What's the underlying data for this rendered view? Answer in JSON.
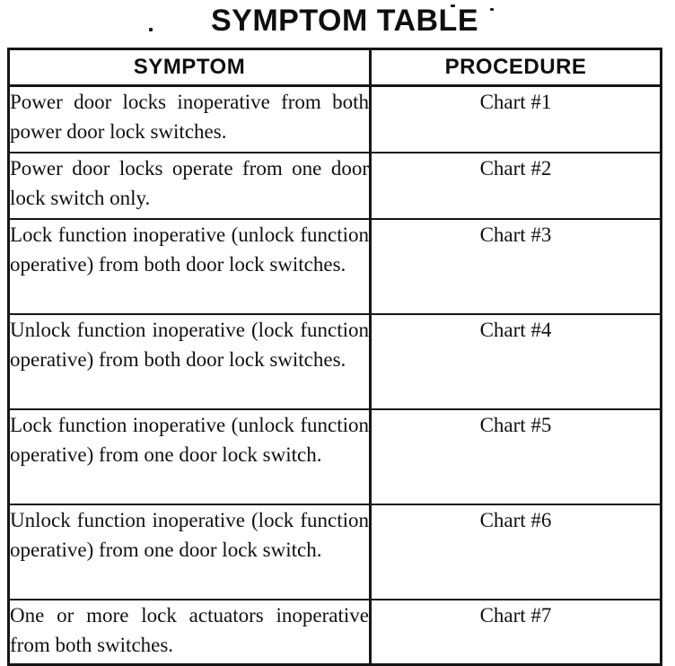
{
  "page": {
    "title": "SYMPTOM TABLE"
  },
  "table": {
    "headers": {
      "symptom": "SYMPTOM",
      "procedure": "PROCEDURE"
    },
    "rows": [
      {
        "symptom": "Power door locks inoperative from both power door lock switches.",
        "procedure": "Chart #1"
      },
      {
        "symptom": "Power door locks operate from one door lock switch only.",
        "procedure": "Chart #2"
      },
      {
        "symptom": "Lock function inoperative (unlock function operative) from both door lock switches.",
        "procedure": "Chart #3"
      },
      {
        "symptom": "Unlock function inoperative (lock function operative) from both door lock switches.",
        "procedure": "Chart #4"
      },
      {
        "symptom": "Lock function inoperative (unlock function operative) from one door lock switch.",
        "procedure": "Chart #5"
      },
      {
        "symptom": "Unlock function inoperative (lock function operative) from one door lock switch.",
        "procedure": "Chart #6"
      },
      {
        "symptom": "One or more lock actuators inoperative from both switches.",
        "procedure": "Chart #7"
      }
    ]
  },
  "colors": {
    "ink": "#121212",
    "paper": "#ffffff"
  }
}
